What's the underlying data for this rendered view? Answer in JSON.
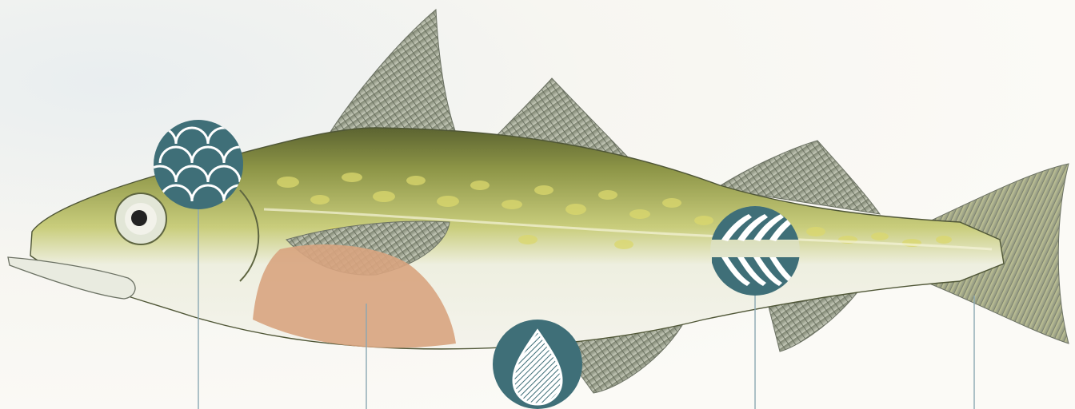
{
  "illustration": {
    "subject": "fish",
    "colors": {
      "accent": "#3f6f78",
      "accent_light": "#8aa7b2",
      "fillet_patch": "#d8a47f",
      "body_back": "#6f7a3e",
      "body_spots": "#d9d66a",
      "belly": "#f2f1ea",
      "fins": "#9aa08c"
    }
  },
  "callouts": [
    {
      "id": "scales",
      "icon": "scales-icon"
    },
    {
      "id": "fillet",
      "icon": "fillet-marker"
    },
    {
      "id": "oil",
      "icon": "oil-drop-icon"
    },
    {
      "id": "bones",
      "icon": "bones-icon"
    },
    {
      "id": "tail",
      "icon": "tail-marker"
    }
  ]
}
